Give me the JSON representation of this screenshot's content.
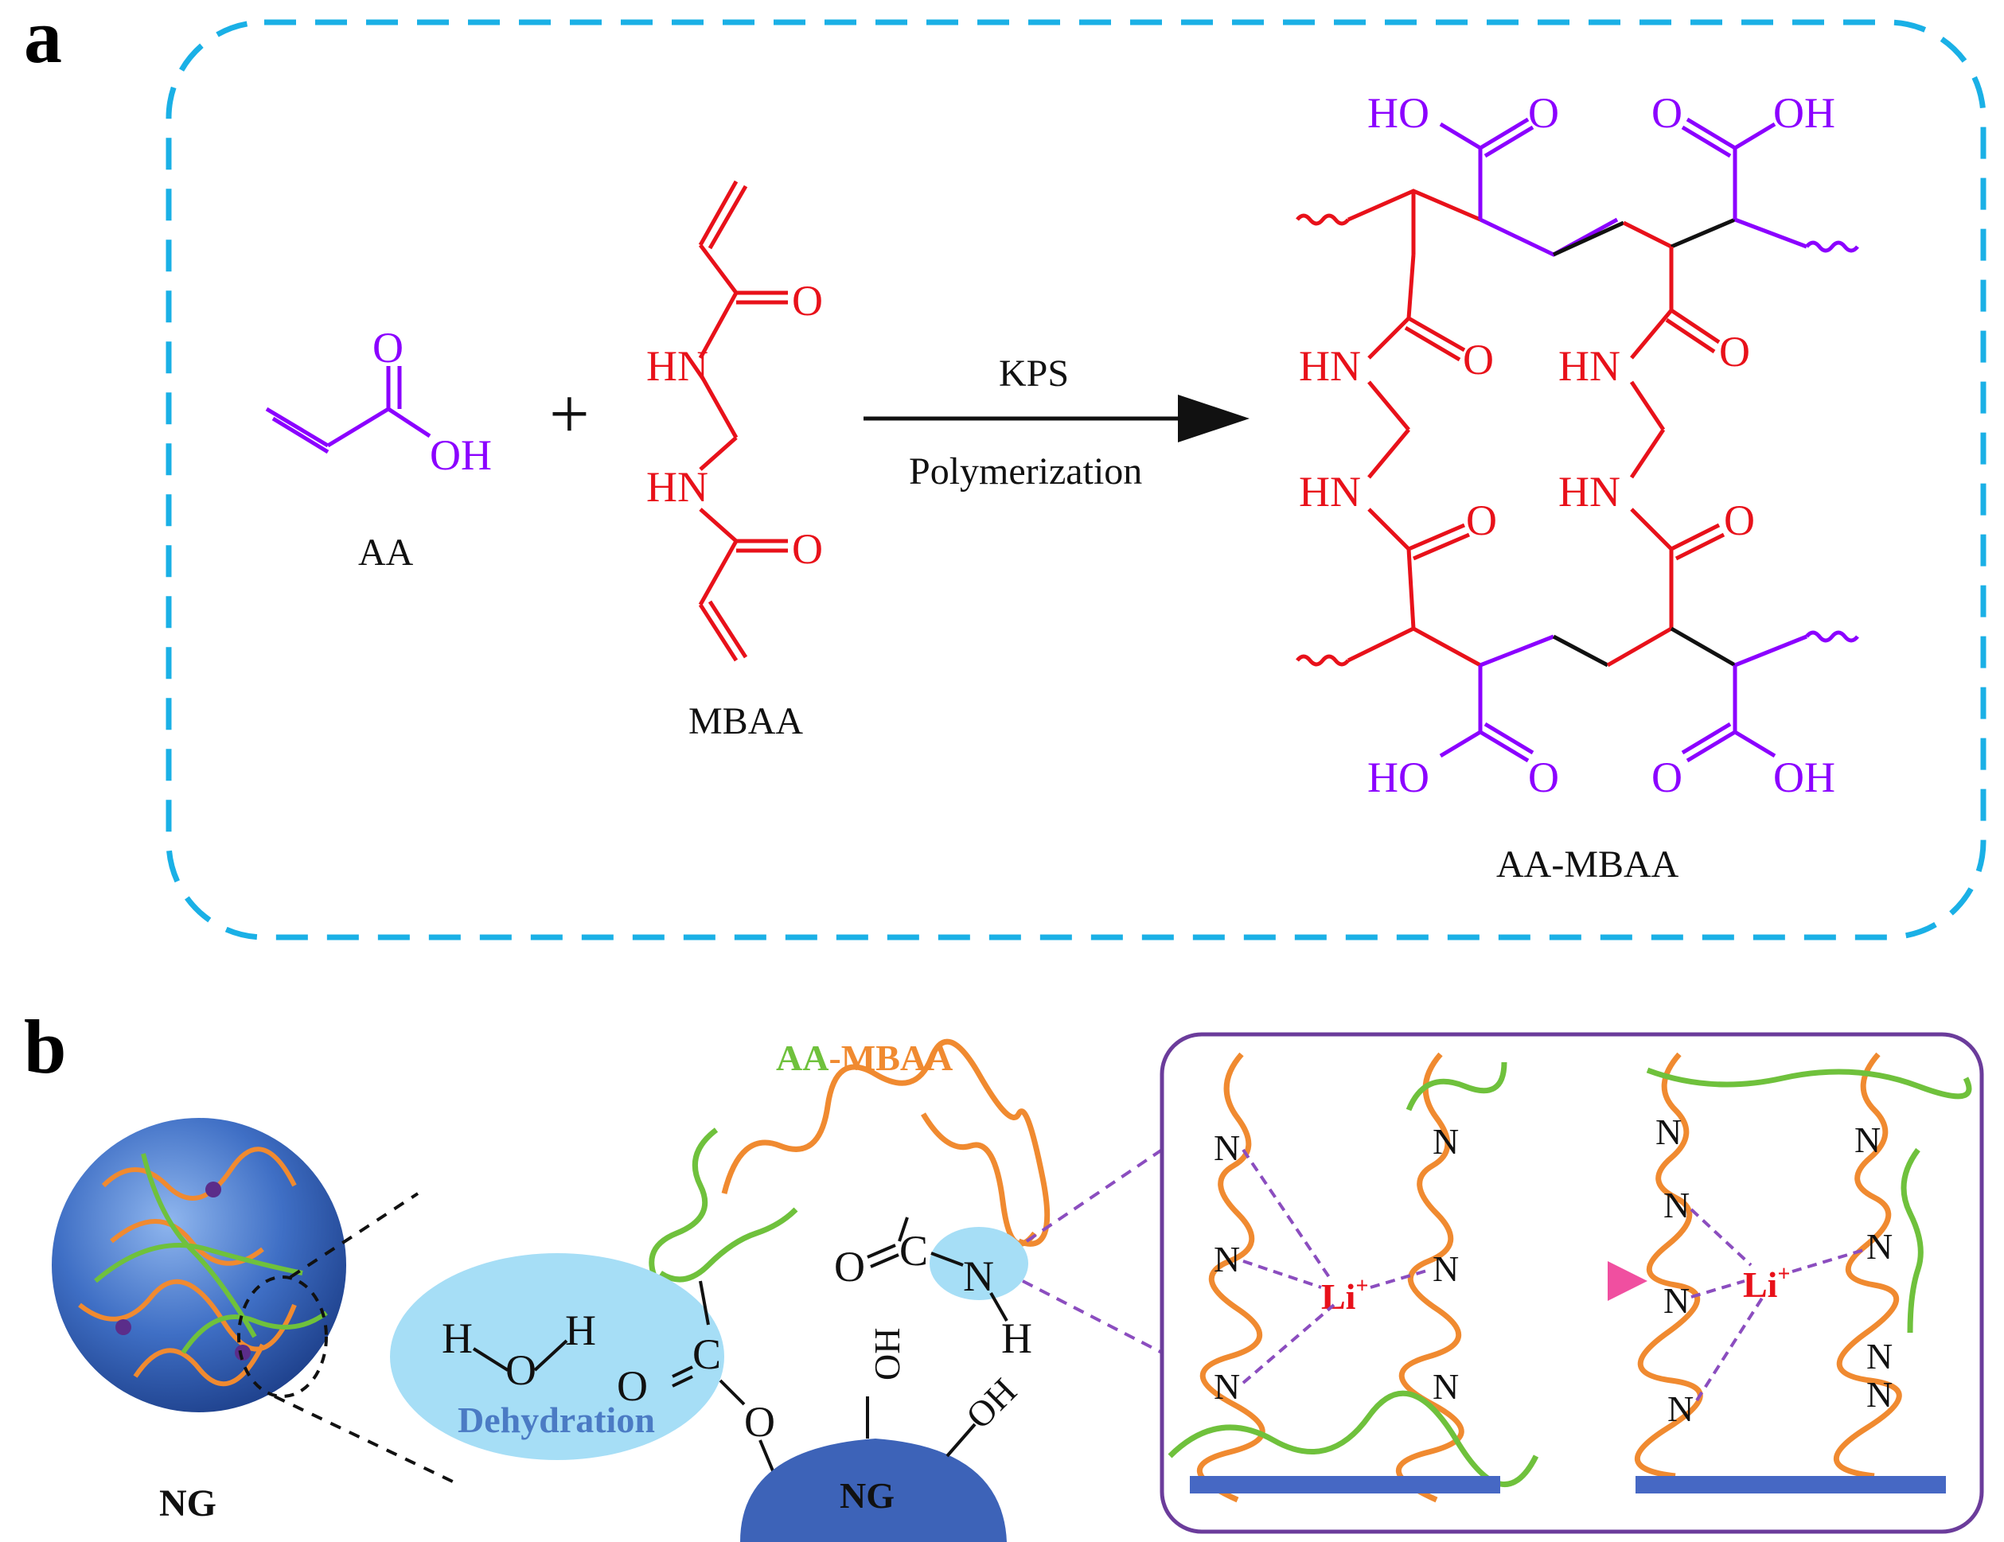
{
  "panel_a": {
    "label": "a",
    "reactant1": {
      "name": "AA",
      "atom_O": "O",
      "atom_OH": "OH"
    },
    "plus": "+",
    "reactant2": {
      "name": "MBAA",
      "atom_O": "O",
      "atom_HN": "HN"
    },
    "arrow_top": "KPS",
    "arrow_bottom": "Polymerization",
    "product": {
      "name": "AA-MBAA",
      "atom_HO": "HO",
      "atom_O": "O",
      "atom_OH": "OH",
      "atom_HN": "HN"
    }
  },
  "panel_b": {
    "label": "b",
    "sphere_label": "NG",
    "chain_label_aa": "AA",
    "chain_label_dash": "-",
    "chain_label_mbaa": "MBAA",
    "water": {
      "h": "H",
      "o": "O"
    },
    "dehydration_label": "Dehydration",
    "surface_label": "NG",
    "atom_O": "O",
    "atom_C": "C",
    "atom_N": "N",
    "atom_H": "H",
    "atom_OH": "OH",
    "li_ion": "Li",
    "li_charge": "+"
  },
  "colors": {
    "dash_frame": "#1ab0e6",
    "purple": "#8b00ff",
    "red": "#e8111a",
    "orange": "#f08a30",
    "green": "#6fc13c",
    "li_red": "#e8111a",
    "box_purple": "#6b3c9b",
    "ng_blue": "#3d63b8",
    "ellipse_blue": "#a6def6",
    "dehydration_text": "#4b7bc4",
    "base_bar": "#4668c4"
  }
}
